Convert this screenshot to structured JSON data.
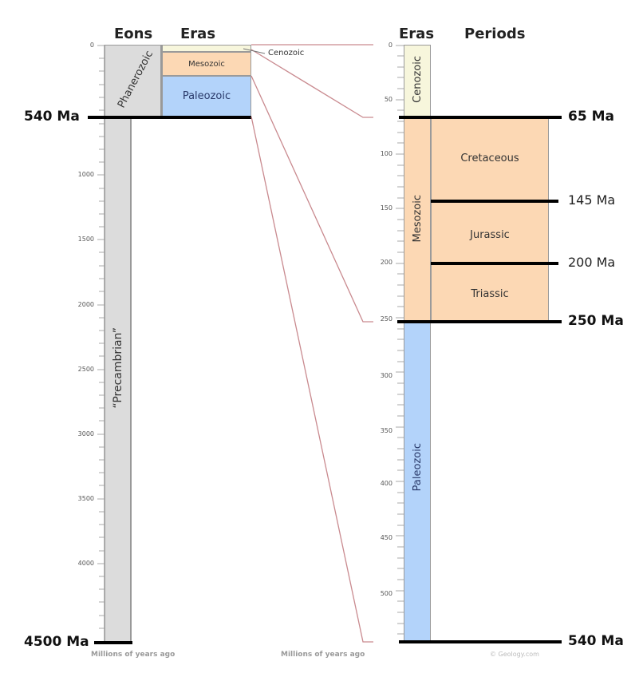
{
  "left_panel": {
    "headers": {
      "eons": "Eons",
      "eras": "Eras"
    },
    "axis_ticks": [
      "0",
      "1000",
      "1500",
      "2000",
      "2500",
      "3000",
      "3500",
      "4000"
    ],
    "axis_note": "Millions of years ago",
    "eons": {
      "phanerozoic": "Phanerozoic",
      "precambrian": "“Precambrian”"
    },
    "eras": {
      "cenozoic": "Cenozoic",
      "mesozoic": "Mesozoic",
      "paleozoic": "Paleozoic"
    },
    "boundary_labels": {
      "b540": "540 Ma",
      "b4500": "4500 Ma"
    }
  },
  "right_panel": {
    "headers": {
      "eras": "Eras",
      "periods": "Periods"
    },
    "axis_ticks": [
      "0",
      "50",
      "100",
      "150",
      "200",
      "250",
      "300",
      "350",
      "400",
      "450",
      "500"
    ],
    "axis_note": "Millions of years ago",
    "credit": "© Geology.com",
    "eras": {
      "cenozoic": "Cenozoic",
      "mesozoic": "Mesozoic",
      "paleozoic": "Paleozoic"
    },
    "periods": {
      "cretaceous": "Cretaceous",
      "jurassic": "Jurassic",
      "triassic": "Triassic"
    },
    "boundary_labels": {
      "b65": "65 Ma",
      "b145": "145 Ma",
      "b200": "200 Ma",
      "b250": "250 Ma",
      "b540": "540 Ma"
    }
  },
  "colors": {
    "eon_gray": "#dcdcdc",
    "cenozoic": "#f7f6dc",
    "mesozoic": "#fcd8b4",
    "paleozoic": "#b3d3fa",
    "connector": "#c98a8f"
  }
}
